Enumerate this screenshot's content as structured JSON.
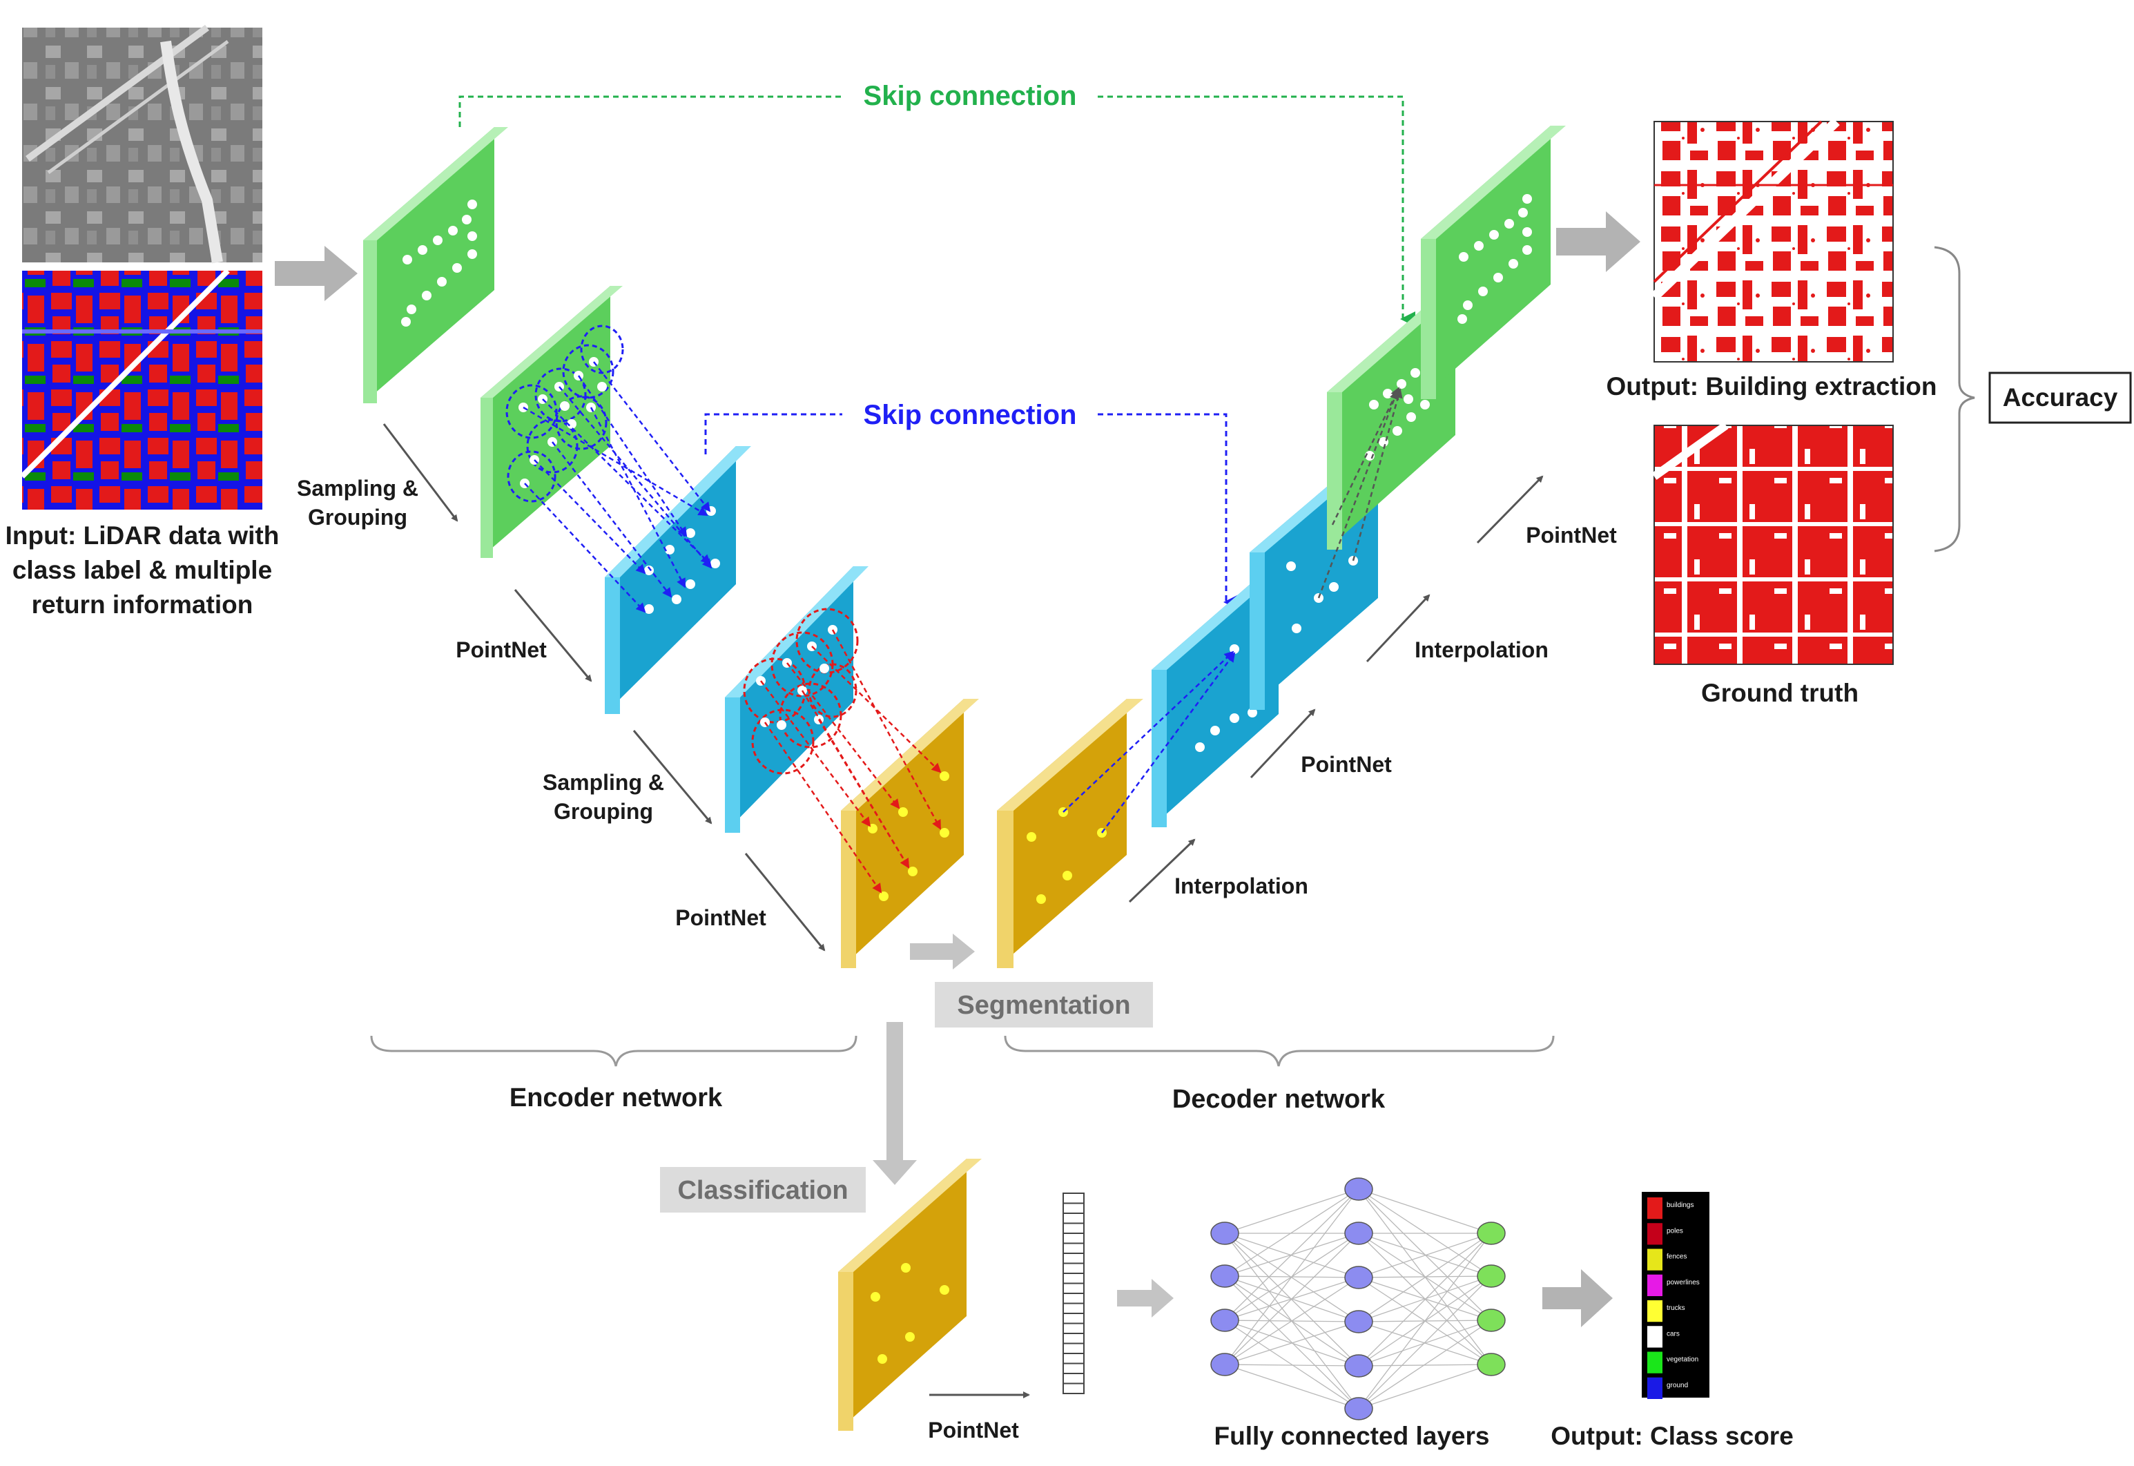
{
  "labels": {
    "input_line1": "Input: LiDAR data with",
    "input_line2": "class label & multiple",
    "input_line3": "return information",
    "skip_connection_top": "Skip connection",
    "skip_connection_mid": "Skip connection",
    "sampling_grouping_1_line1": "Sampling &",
    "sampling_grouping_1_line2": "Grouping",
    "pointnet_enc_1": "PointNet",
    "sampling_grouping_2_line1": "Sampling &",
    "sampling_grouping_2_line2": "Grouping",
    "pointnet_enc_2": "PointNet",
    "interpolation_1": "Interpolation",
    "pointnet_dec_1": "PointNet",
    "interpolation_2": "Interpolation",
    "pointnet_dec_2": "PointNet",
    "output_building": "Output: Building extraction",
    "ground_truth": "Ground truth",
    "accuracy": "Accuracy",
    "segmentation": "Segmentation",
    "encoder_network": "Encoder network",
    "decoder_network": "Decoder network",
    "classification": "Classification",
    "pointnet_cls": "PointNet",
    "fully_connected": "Fully connected layers",
    "output_class_score": "Output: Class score"
  },
  "legend_classes": [
    "buildings",
    "poles",
    "fences",
    "powerlines",
    "trucks",
    "cars",
    "vegetation",
    "ground"
  ],
  "colors": {
    "green_layer": "#5ccf5c",
    "blue_layer": "#1aa3d0",
    "gold_layer": "#d4a20a",
    "skip_green": "#22b14c",
    "skip_blue": "#1f1ff5",
    "building_red": "#e31a1a",
    "neuron_blue": "#8c8cf0",
    "neuron_green": "#7ee05a",
    "arrow_gray": "#b3b3b3"
  }
}
